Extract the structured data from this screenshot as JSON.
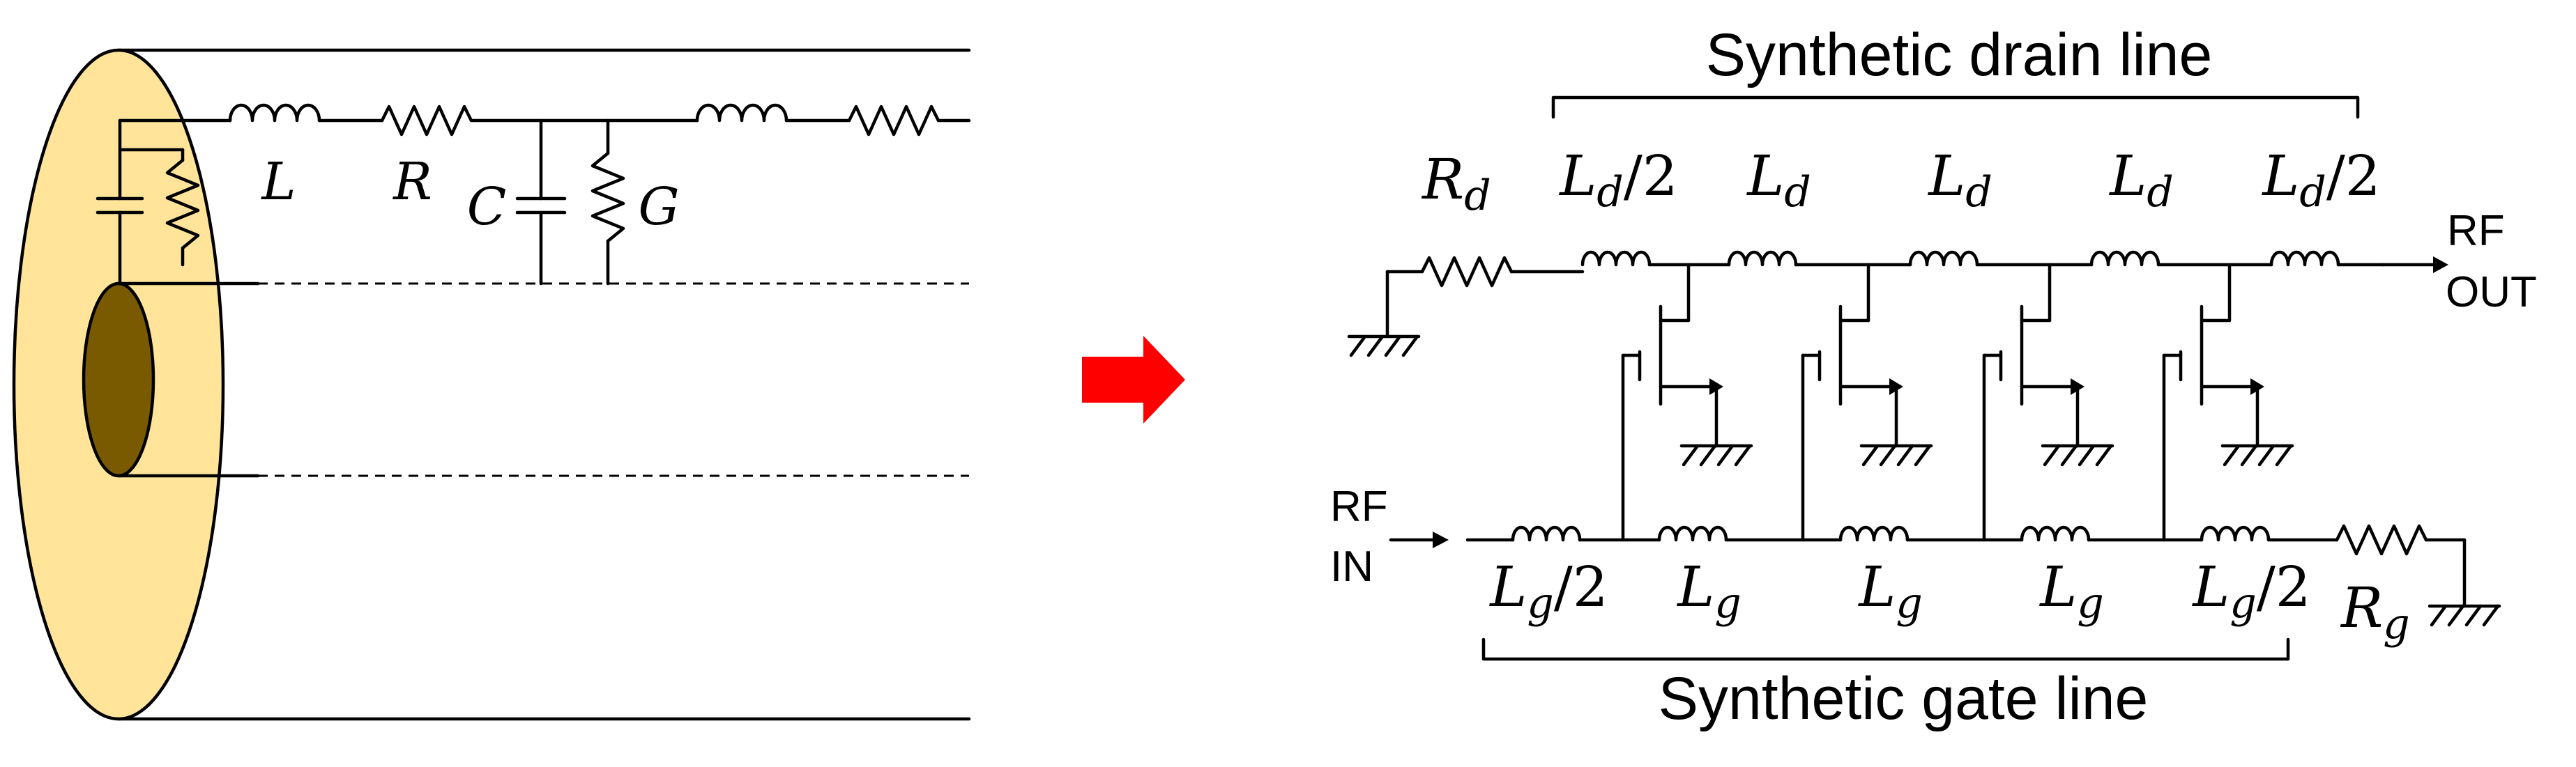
{
  "coax": {
    "labels": {
      "inductor": "L",
      "resistor": "R",
      "capacitor": "C",
      "conductance": "G"
    },
    "colors": {
      "dielectric": "#FFE49A",
      "inner_conductor": "#7A5A00"
    }
  },
  "arrow": {
    "color": "#FF0000"
  },
  "circuit": {
    "drain_title": "Synthetic drain line",
    "gate_title": "Synthetic gate line",
    "rd": {
      "main": "R",
      "sub": "d"
    },
    "rg": {
      "main": "R",
      "sub": "g"
    },
    "drain_inductors": [
      {
        "main": "L",
        "sub": "d",
        "suffix": "/2"
      },
      {
        "main": "L",
        "sub": "d",
        "suffix": ""
      },
      {
        "main": "L",
        "sub": "d",
        "suffix": ""
      },
      {
        "main": "L",
        "sub": "d",
        "suffix": ""
      },
      {
        "main": "L",
        "sub": "d",
        "suffix": "/2"
      }
    ],
    "gate_inductors": [
      {
        "main": "L",
        "sub": "g",
        "suffix": "/2"
      },
      {
        "main": "L",
        "sub": "g",
        "suffix": ""
      },
      {
        "main": "L",
        "sub": "g",
        "suffix": ""
      },
      {
        "main": "L",
        "sub": "g",
        "suffix": ""
      },
      {
        "main": "L",
        "sub": "g",
        "suffix": "/2"
      }
    ],
    "rf_out": [
      "RF",
      "OUT"
    ],
    "rf_in": [
      "RF",
      "IN"
    ]
  }
}
